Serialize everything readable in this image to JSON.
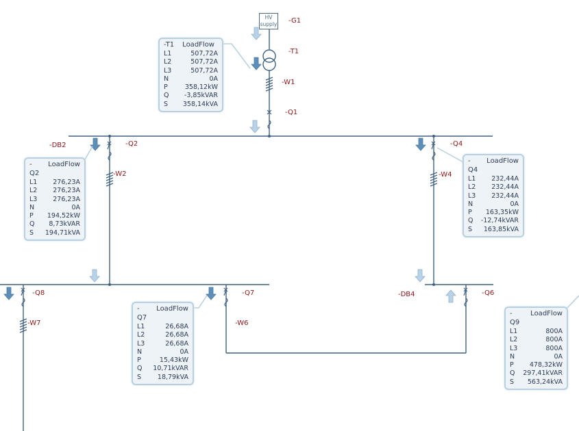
{
  "labels": {
    "G1": "-G1",
    "T1": "-T1",
    "W1": "-W1",
    "Q1": "-Q1",
    "DB2": "-DB2",
    "Q2": "-Q2",
    "W2": "-W2",
    "Q4": "-Q4",
    "W4": "-W4",
    "Q8": "-Q8",
    "W7": "-W7",
    "Q7": "-Q7",
    "W6": "-W6",
    "DB4": "-DB4",
    "Q6": "-Q6"
  },
  "hv_supply": {
    "line1": "HV",
    "line2": "supply"
  },
  "boxes": {
    "T1": {
      "name": "-T1",
      "title": "LoadFlow",
      "rows": [
        {
          "k": "L1",
          "v": "507,72A"
        },
        {
          "k": "L2",
          "v": "507,72A"
        },
        {
          "k": "L3",
          "v": "507,72A"
        },
        {
          "k": "N",
          "v": "0A"
        },
        {
          "k": "P",
          "v": "358,12kW"
        },
        {
          "k": "Q",
          "v": "-3,85kVAR"
        },
        {
          "k": "S",
          "v": "358,14kVA"
        }
      ]
    },
    "Q2": {
      "name": "-Q2",
      "title": "LoadFlow",
      "rows": [
        {
          "k": "L1",
          "v": "276,23A"
        },
        {
          "k": "L2",
          "v": "276,23A"
        },
        {
          "k": "L3",
          "v": "276,23A"
        },
        {
          "k": "N",
          "v": "0A"
        },
        {
          "k": "P",
          "v": "194,52kW"
        },
        {
          "k": "Q",
          "v": "8,73kVAR"
        },
        {
          "k": "S",
          "v": "194,71kVA"
        }
      ]
    },
    "Q4": {
      "name": "-Q4",
      "title": "LoadFlow",
      "rows": [
        {
          "k": "L1",
          "v": "232,44A"
        },
        {
          "k": "L2",
          "v": "232,44A"
        },
        {
          "k": "L3",
          "v": "232,44A"
        },
        {
          "k": "N",
          "v": "0A"
        },
        {
          "k": "P",
          "v": "163,35kW"
        },
        {
          "k": "Q",
          "v": "-12,74kVAR"
        },
        {
          "k": "S",
          "v": "163,85kVA"
        }
      ]
    },
    "Q7": {
      "name": "-Q7",
      "title": "LoadFlow",
      "rows": [
        {
          "k": "L1",
          "v": "26,68A"
        },
        {
          "k": "L2",
          "v": "26,68A"
        },
        {
          "k": "L3",
          "v": "26,68A"
        },
        {
          "k": "N",
          "v": "0A"
        },
        {
          "k": "P",
          "v": "15,43kW"
        },
        {
          "k": "Q",
          "v": "10,71kVAR"
        },
        {
          "k": "S",
          "v": "18,79kVA"
        }
      ]
    },
    "Q9": {
      "name": "-Q9",
      "title": "LoadFlow",
      "rows": [
        {
          "k": "L1",
          "v": "800A"
        },
        {
          "k": "L2",
          "v": "800A"
        },
        {
          "k": "L3",
          "v": "800A"
        },
        {
          "k": "N",
          "v": "0A"
        },
        {
          "k": "P",
          "v": "478,32kW"
        },
        {
          "k": "Q",
          "v": "297,41kVAR"
        },
        {
          "k": "S",
          "v": "563,24kVA"
        }
      ]
    }
  },
  "colors": {
    "line": "#3f5f7f",
    "label": "#8b1414",
    "arrow": "#8fb3cf",
    "arrow_dark": "#5d8fb8",
    "box_bg": "#eef3f7",
    "box_border": "#b7cfdf"
  }
}
